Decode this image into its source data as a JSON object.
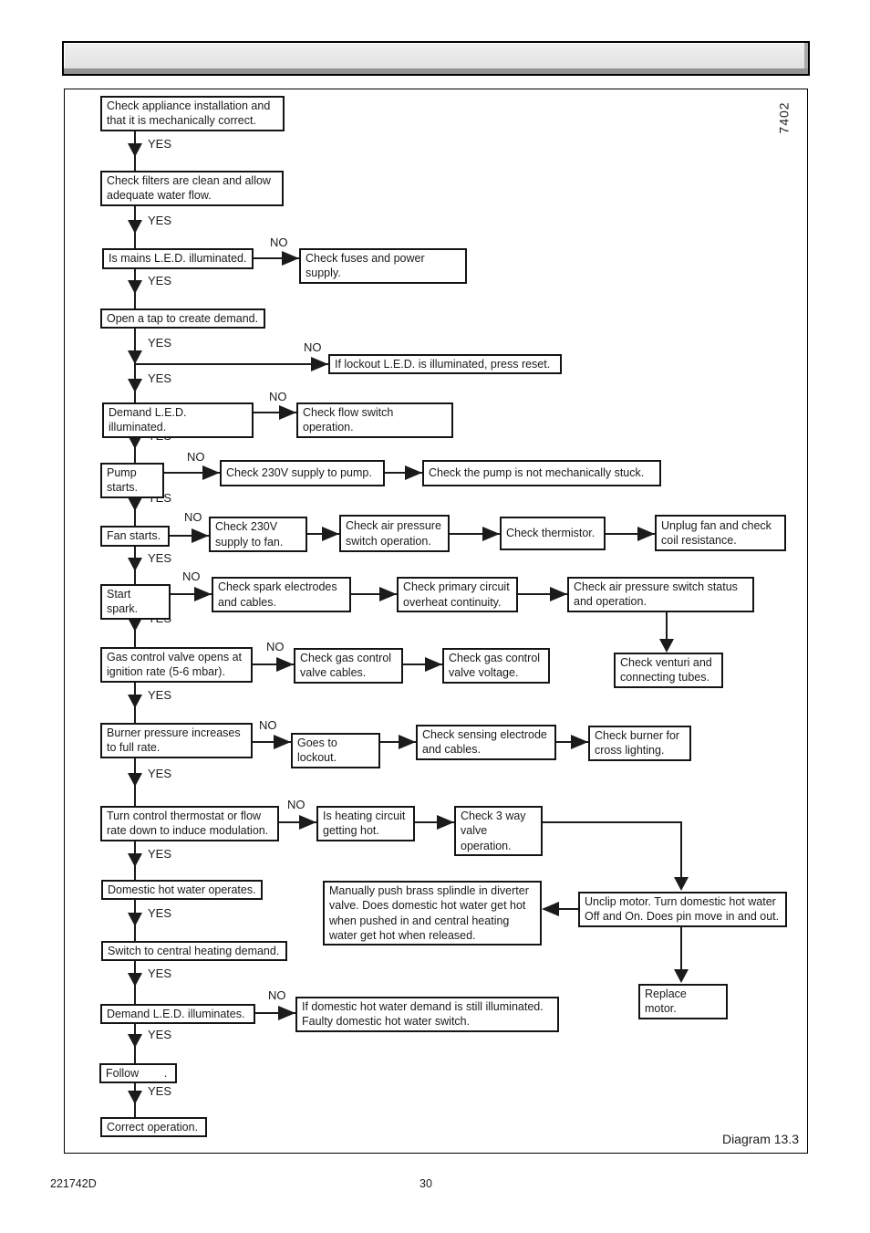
{
  "page": {
    "doc_code": "221742D",
    "page_number": "30",
    "diagram_label": "Diagram 13.3",
    "figure_code": "7402",
    "yes": "YES",
    "no": "NO"
  },
  "nodes": {
    "b1": {
      "text": "Check appliance installation and that it is mechanically correct."
    },
    "b2": {
      "text": "Check filters are clean and allow adequate water flow."
    },
    "b3": {
      "text": "Is mains L.E.D. illuminated."
    },
    "b4": {
      "text": "Check fuses and power supply."
    },
    "b5": {
      "text": "Open a tap to create demand."
    },
    "b6": {
      "text": "If lockout L.E.D. is illuminated, press reset."
    },
    "b7": {
      "text": "Demand L.E.D. illuminated."
    },
    "b8": {
      "text": "Check flow switch operation."
    },
    "b9": {
      "text": "Pump starts."
    },
    "b10": {
      "text": "Check 230V supply to pump."
    },
    "b11": {
      "text": "Check the pump is not mechanically stuck."
    },
    "b12": {
      "text": "Fan starts."
    },
    "b13": {
      "text": "Check 230V supply to fan."
    },
    "b14": {
      "text": "Check air pressure switch operation."
    },
    "b15": {
      "text": "Check thermistor."
    },
    "b16": {
      "text": "Unplug fan and check coil resistance."
    },
    "b17": {
      "text": "Start spark."
    },
    "b18": {
      "text": "Check spark electrodes and cables."
    },
    "b19": {
      "text": "Check primary circuit overheat continuity."
    },
    "b20": {
      "text": "Check air pressure switch status and operation."
    },
    "b21": {
      "text": "Check venturi and connecting tubes."
    },
    "b22": {
      "text": "Gas control valve opens at ignition rate (5-6 mbar)."
    },
    "b23": {
      "text": "Check gas control valve cables."
    },
    "b24": {
      "text": "Check gas control valve voltage."
    },
    "b25": {
      "text": "Burner pressure increases to full rate."
    },
    "b26": {
      "text": "Goes to lockout."
    },
    "b27": {
      "text": "Check sensing electrode and cables."
    },
    "b28": {
      "text": "Check burner for cross lighting."
    },
    "b29": {
      "text": "Turn control thermostat or flow rate down to induce modulation."
    },
    "b30": {
      "text": "Is heating circuit getting hot."
    },
    "b31": {
      "text": "Check 3 way valve operation."
    },
    "b32": {
      "text": "Domestic hot water operates."
    },
    "b33": {
      "text": "Manually push brass splindle in diverter valve. Does domestic hot water get hot when pushed in and central heating water get hot when released."
    },
    "b34": {
      "text": "Unclip motor. Turn domestic hot water Off and On. Does pin move in and out."
    },
    "b35": {
      "text": "Switch to central heating demand."
    },
    "b36": {
      "text": "Replace motor."
    },
    "b37": {
      "text": "Demand L.E.D. illuminates."
    },
    "b38": {
      "text": "If domestic hot water demand is still illuminated. Faulty domestic hot water switch."
    },
    "b39": {
      "text": "Follow        ."
    },
    "b40": {
      "text": "Correct operation."
    }
  }
}
